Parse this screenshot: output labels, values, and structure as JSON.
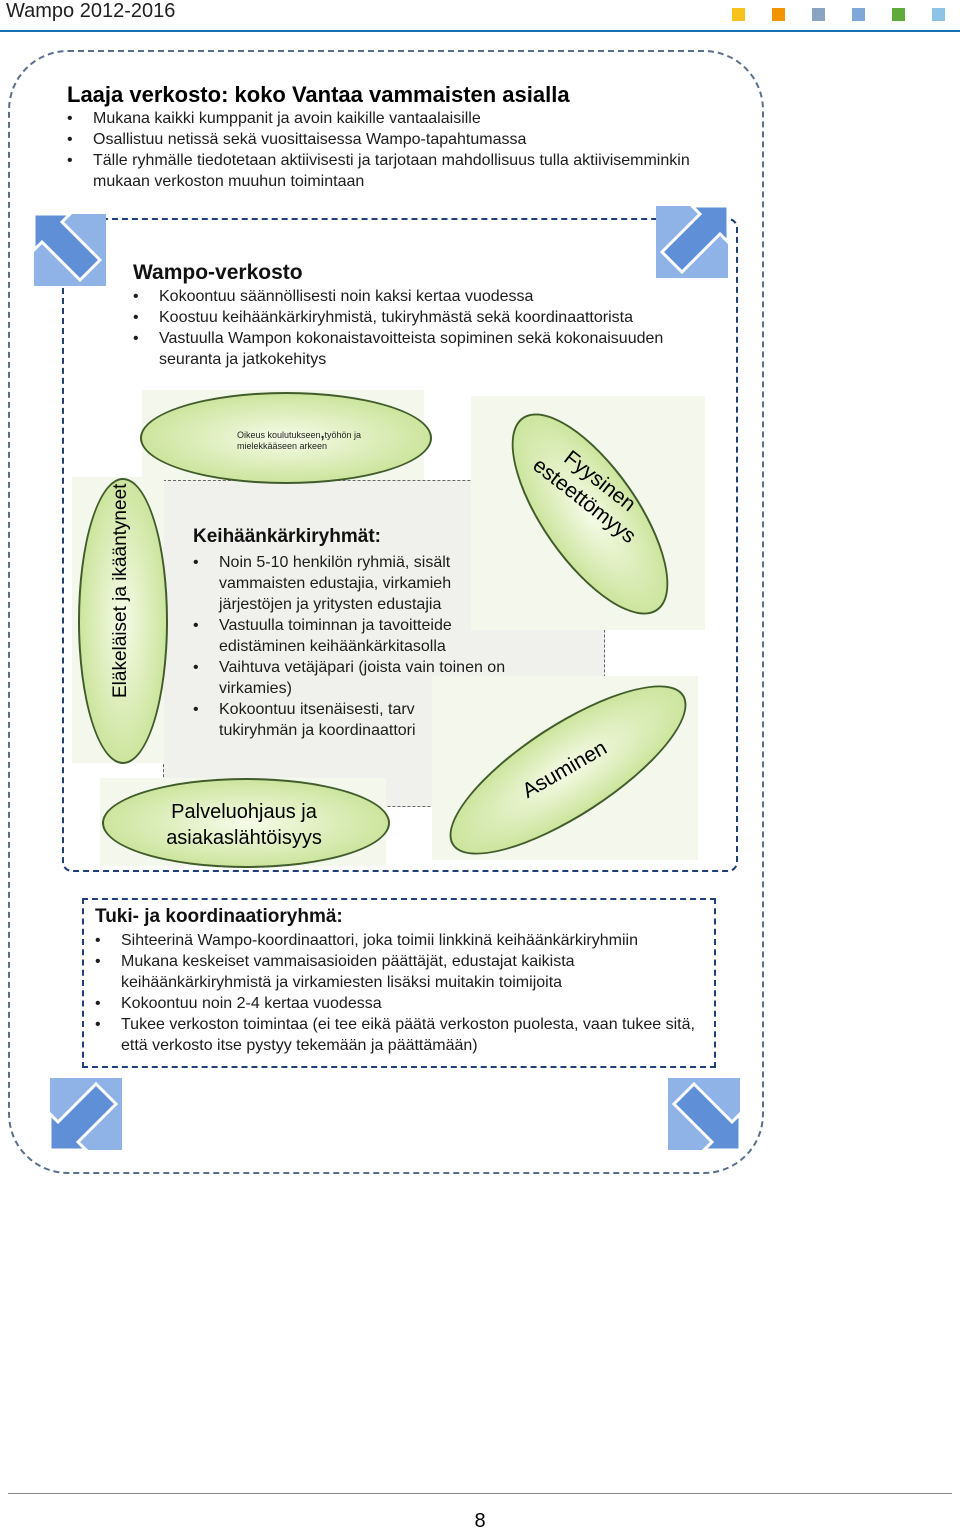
{
  "header": {
    "title": "Wampo 2012-2016",
    "square_colors": [
      "#f6c21b",
      "#f29400",
      "#8aa3c2",
      "#7fa7d8",
      "#5dab3a",
      "#8ec3e8"
    ]
  },
  "laaja": {
    "title": "Laaja verkosto: koko Vantaa vammaisten asialla",
    "items": [
      "Mukana kaikki kumppanit ja avoin kaikille vantaalaisille",
      "Osallistuu netissä sekä vuosittaisessa Wampo-tapahtumassa",
      "Tälle ryhmälle tiedotetaan aktiivisesti ja tarjotaan mahdollisuus tulla aktiivisemminkin mukaan verkoston muuhun toimintaan"
    ]
  },
  "wampo": {
    "title": "Wampo-verkosto",
    "items": [
      "Kokoontuu säännöllisesti noin kaksi kertaa vuodessa",
      "Koostuu keihäänkärkiryhmistä, tukiryhmästä sekä koordinaattorista",
      "Vastuulla Wampon kokonaistavoitteista sopiminen sekä kokonaisuuden seuranta ja jatkokehitys"
    ]
  },
  "keihaankarki": {
    "title": "Keihäänkärkiryhmät:",
    "items": [
      "Noin 5-10 henkilön ryhmiä, sisält",
      "vammaisten edustajia, virkamieh",
      "järjestöjen ja yritysten edustajia",
      "Vastuulla toiminnan ja tavoitteide",
      "edistäminen keihäänkärkitasolla",
      "Vaihtuva vetäjäpari (joista vain toinen on",
      "virkamies)",
      "Kokoontuu itsenäisesti, tarv",
      "tukiryhmän ja koordinaattori"
    ]
  },
  "ellipses": {
    "oikeus_line1": "Oikeus koulutukseen",
    "oikeus_sep": ",",
    "oikeus_line1b": "työhön ja",
    "oikeus_line2": "mielekkääseen arkeen",
    "fyysinen_line1": "Fyysinen",
    "fyysinen_line2": "esteettömyys",
    "asuminen": "Asuminen",
    "palvelu_line1": "Palveluohjaus ja",
    "palvelu_line2": "asiakaslähtöisyys",
    "vertical_text": "Eläkeläiset ja ikääntyneet"
  },
  "tuki": {
    "title": "Tuki- ja koordinaatioryhmä:",
    "items": [
      "Sihteerinä Wampo-koordinaattori, joka toimii linkkinä keihäänkärkiryhmiin",
      "Mukana keskeiset vammaisasioiden päättäjät, edustajat kaikista keihäänkärkiryhmistä ja virkamiesten lisäksi muitakin toimijoita",
      "Kokoontuu noin 2-4 kertaa vuodessa",
      "Tukee verkoston toimintaa (ei tee eikä päätä verkoston puolesta, vaan tukee sitä, että verkosto itse pystyy tekemään ja päättämään)"
    ]
  },
  "footer": {
    "page_number": "8"
  }
}
